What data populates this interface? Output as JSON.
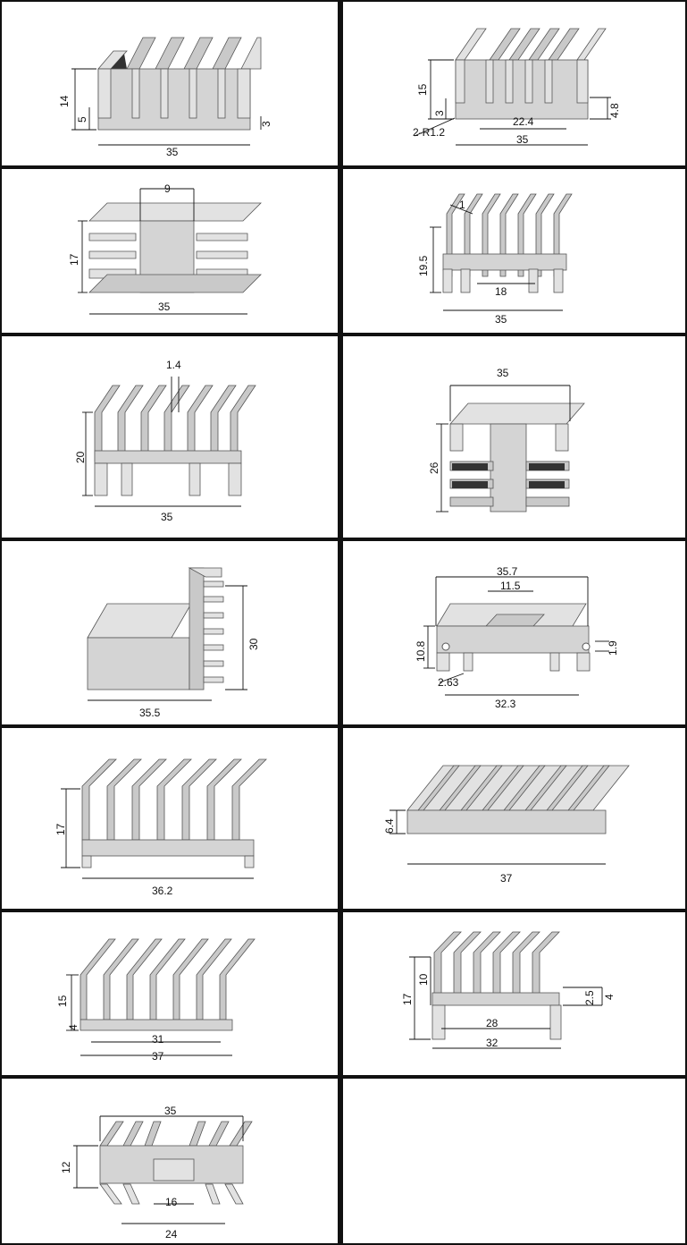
{
  "colors": {
    "border": "#111111",
    "metal_light": "#e2e2e2",
    "metal": "#c9c9c9",
    "metal_dark": "#333333"
  },
  "profiles": [
    {
      "id": "p1",
      "labels": [
        "14",
        "5",
        "3",
        "35"
      ]
    },
    {
      "id": "p2",
      "labels": [
        "15",
        "3",
        "2-R1.2",
        "22.4",
        "4.8",
        "35"
      ]
    },
    {
      "id": "p3",
      "labels": [
        "9",
        "17",
        "35"
      ]
    },
    {
      "id": "p4",
      "labels": [
        "1",
        "19.5",
        "18",
        "35"
      ]
    },
    {
      "id": "p5",
      "labels": [
        "1.4",
        "20",
        "35"
      ]
    },
    {
      "id": "p6",
      "labels": [
        "35",
        "26"
      ]
    },
    {
      "id": "p7",
      "labels": [
        "30",
        "35.5"
      ]
    },
    {
      "id": "p8",
      "labels": [
        "35.7",
        "11.5",
        "10.8",
        "1.9",
        "2.63",
        "32.3"
      ]
    },
    {
      "id": "p9",
      "labels": [
        "17",
        "36.2"
      ]
    },
    {
      "id": "p10",
      "labels": [
        "6.4",
        "37"
      ]
    },
    {
      "id": "p11",
      "labels": [
        "15",
        "4",
        "31",
        "37"
      ]
    },
    {
      "id": "p12",
      "labels": [
        "10",
        "17",
        "2.5",
        "4",
        "28",
        "32"
      ]
    },
    {
      "id": "p13",
      "labels": [
        "35",
        "12",
        "16",
        "24"
      ]
    }
  ]
}
